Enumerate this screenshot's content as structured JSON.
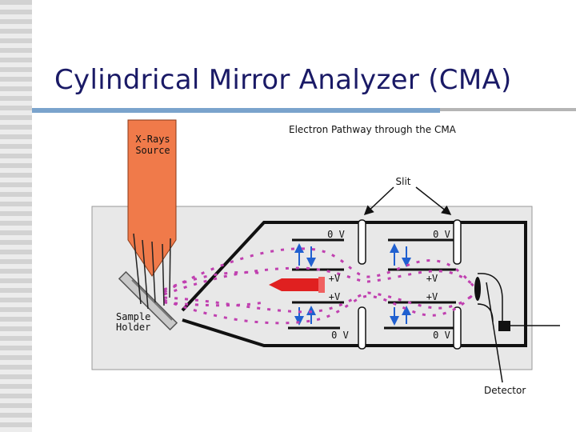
{
  "slide": {
    "title": "Cylindrical Mirror Analyzer (CMA)"
  },
  "diagram": {
    "subtitle": "Electron Pathway through the CMA",
    "xray_source_line1": "X-Rays",
    "xray_source_line2": "Source",
    "slit_label": "Slit",
    "sample_holder_line1": "Sample",
    "sample_holder_line2": "Holder",
    "detector_label": "Detector",
    "voltage_labels": {
      "top_left": "0 V",
      "top_right": "0 V",
      "mid_upper_left": "+V",
      "mid_upper_right": "+V",
      "mid_lower_left": "+V",
      "mid_lower_right": "+V",
      "bottom_left": "0 V",
      "bottom_right": "0 V"
    }
  },
  "colors": {
    "title_text": "#1a1a66",
    "title_rule": "#7aa3cc",
    "xray_beam": "#f07a4a",
    "electron_path": "#c040b0",
    "field_arrow": "#2060d0",
    "gun": "#e02020",
    "chamber": "#e8e8e8"
  }
}
